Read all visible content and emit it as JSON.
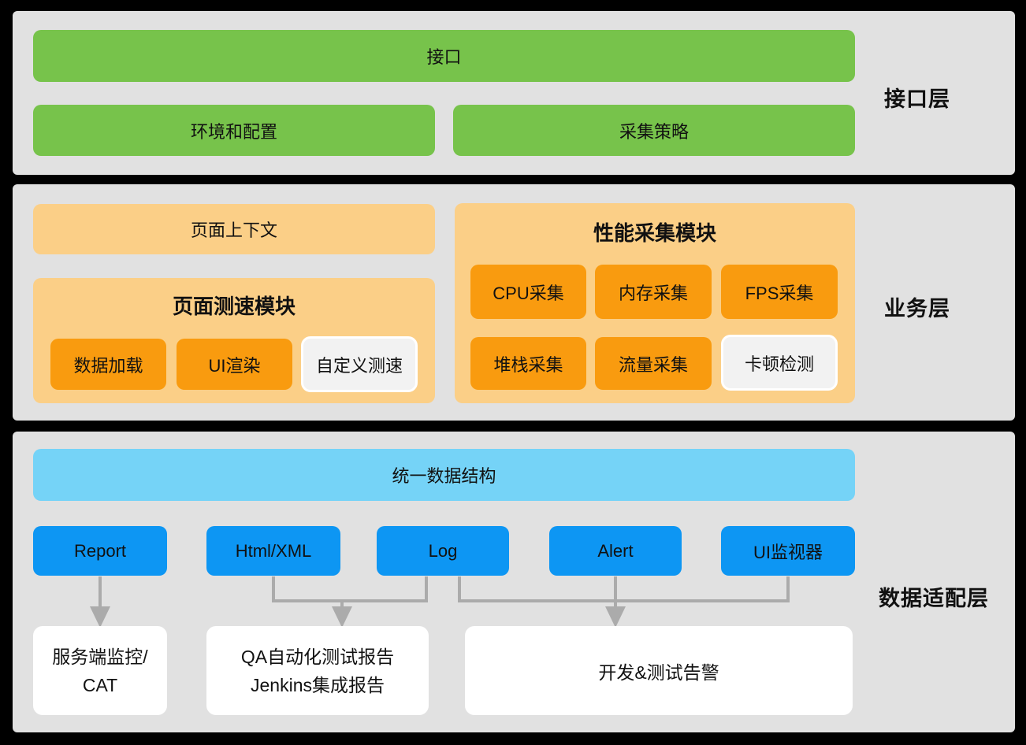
{
  "colors": {
    "background": "#000000",
    "panel_gray": "#E1E1E1",
    "green": "#77C34B",
    "light_orange": "#FBCF87",
    "orange": "#F99B0F",
    "light_blue": "#75D3F7",
    "blue": "#0D96F3",
    "white_box": "#FFFFFF",
    "outlined_box_fill": "#F2F2F2",
    "arrow_gray": "#ABABAB",
    "text": "#111111"
  },
  "layers": {
    "interface": {
      "label": "接口层",
      "api": "接口",
      "env_config": "环境和配置",
      "collect_strategy": "采集策略"
    },
    "business": {
      "label": "业务层",
      "page_context": "页面上下文",
      "page_speed_module": {
        "title": "页面测速模块",
        "items": [
          "数据加载",
          "UI渲染",
          "自定义测速"
        ]
      },
      "perf_collect_module": {
        "title": "性能采集模块",
        "row1": [
          "CPU采集",
          "内存采集",
          "FPS采集"
        ],
        "row2": [
          "堆栈采集",
          "流量采集",
          "卡顿检测"
        ]
      }
    },
    "adapter": {
      "label": "数据适配层",
      "unified_data": "统一数据结构",
      "adapters": [
        "Report",
        "Html/XML",
        "Log",
        "Alert",
        "UI监视器"
      ],
      "targets": {
        "server_monitor": {
          "line1": "服务端监控/",
          "line2": "CAT"
        },
        "qa_report": {
          "line1": "QA自动化测试报告",
          "line2": "Jenkins集成报告"
        },
        "dev_alert": {
          "label": "开发&测试告警"
        }
      }
    }
  }
}
